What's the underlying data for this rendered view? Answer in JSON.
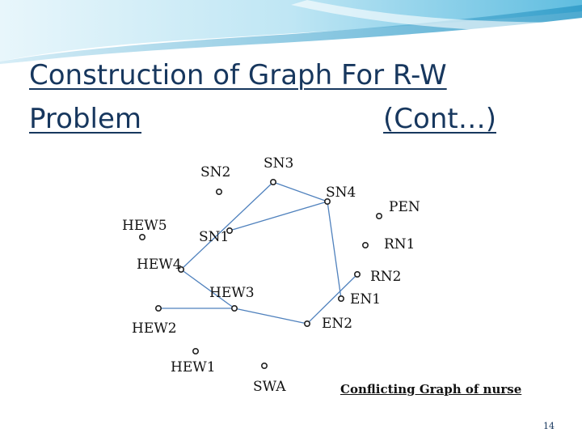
{
  "title": {
    "line1": "Construction of Graph For R-W",
    "line2_left": "Problem",
    "line2_right": "(Cont…)"
  },
  "nodes": {
    "sn2": "SN2",
    "sn3": "SN3",
    "sn4": "SN4",
    "pen": "PEN",
    "hew5": "HEW5",
    "sn1": "SN1",
    "rn1": "RN1",
    "hew4": "HEW4",
    "rn2": "RN2",
    "hew3": "HEW3",
    "en1": "EN1",
    "en2": "EN2",
    "hew2": "HEW2",
    "hew1": "HEW1",
    "swa": "SWA"
  },
  "edges": [
    [
      "sn3",
      "sn4"
    ],
    [
      "sn3",
      "hew4"
    ],
    [
      "sn4",
      "sn1"
    ],
    [
      "sn4",
      "en1"
    ],
    [
      "hew4",
      "hew3"
    ],
    [
      "hew3",
      "en2"
    ],
    [
      "en2",
      "rn2"
    ],
    [
      "hew2",
      "hew3"
    ]
  ],
  "caption": "Conflicting Graph of nurse",
  "page_number": "14",
  "colors": {
    "title": "#17375e",
    "edge": "#4f81bd",
    "banner_light": "#d6eef8",
    "banner_mid": "#8fd0ea",
    "banner_dark": "#3aa5d0"
  }
}
